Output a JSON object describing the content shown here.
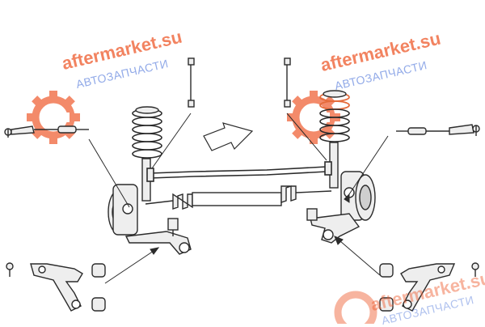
{
  "watermarks": [
    {
      "brand": "aftermarket.su",
      "tagline": "АВТОЗАПЧАСТИ"
    },
    {
      "brand": "aftermarket.su",
      "tagline": "АВТОЗАПЧАСТИ"
    },
    {
      "brand": "aftermarket.su",
      "tagline": "АВТОЗАПЧАСТИ"
    }
  ],
  "colors": {
    "line": "#2b2b2b",
    "part_fill": "#eeeeee",
    "part_shade": "#cfcfcf",
    "watermark_gear": "#ee5a2c",
    "watermark_text": "#3a66d6",
    "highlight_spring": "#e46a3a"
  },
  "icons": [
    "direction-arrow-icon",
    "gear-logo-icon"
  ]
}
